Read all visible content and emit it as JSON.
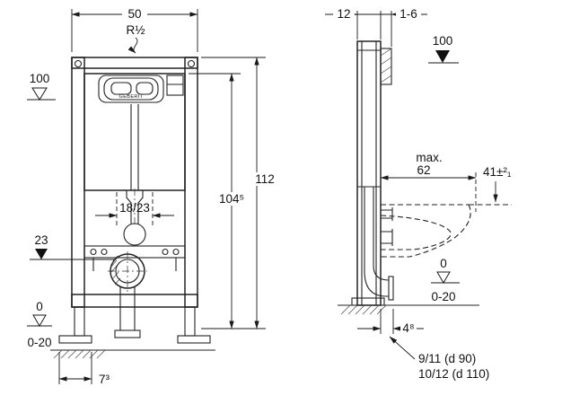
{
  "drawing": {
    "front": {
      "width": "50",
      "supply": "R½",
      "level_100": "100",
      "height_total": "112",
      "height_upper": "104⁵",
      "flush_pipe": "18/23",
      "level_23": "23",
      "level_0": "0",
      "adjust_range": "0-20",
      "foot_dim": "7³",
      "brand": "GEBERIT"
    },
    "side": {
      "depth": "12",
      "wall_gap": "1-6",
      "level_100": "100",
      "max_label": "max.",
      "max_value": "62",
      "bowl_height": "41±²₁",
      "level_0": "0",
      "adjust_range": "0-20",
      "drain_offset": "4⁸",
      "drain_size_1": "9/11 (d 90)",
      "drain_size_2": "10/12 (d 110)"
    }
  }
}
